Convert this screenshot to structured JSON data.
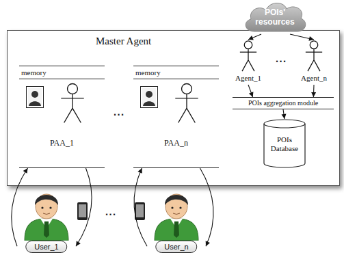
{
  "diagram": {
    "nodes": [
      {
        "text": [
          "POIs' resources"
        ]
      },
      {
        "text": [
          "Master Agent"
        ]
      },
      {
        "text": [
          "memory",
          "PAA_1"
        ],
        "in": 1
      },
      {
        "text": [
          "memory",
          "PAA_n"
        ],
        "in": 1
      },
      {
        "text": [
          "Agent_1"
        ],
        "in": 1
      },
      {
        "text": [
          "Agent_n"
        ],
        "in": 1
      },
      {
        "text": [
          "POIs aggregation module"
        ],
        "in": 1
      },
      {
        "text": [
          "POIs Database"
        ],
        "in": 1
      },
      {
        "text": [
          "User_1"
        ]
      },
      {
        "text": [
          "User_n"
        ]
      }
    ],
    "edges": [
      {
        "from": 0,
        "to": 4,
        "arrow": "to"
      },
      {
        "from": 0,
        "to": 5,
        "arrow": "to"
      },
      {
        "from": 4,
        "to": 6,
        "arrow": "to"
      },
      {
        "from": 5,
        "to": 6,
        "arrow": "to"
      },
      {
        "from": 6,
        "to": 7,
        "arrow": "to"
      },
      {
        "from": 8,
        "to": 2,
        "arrow": "to"
      },
      {
        "from": 2,
        "to": 8,
        "arrow": "to"
      },
      {
        "from": 9,
        "to": 3,
        "arrow": "to"
      },
      {
        "from": 3,
        "to": 9,
        "arrow": "to"
      }
    ],
    "labels": [
      "...",
      "...",
      "..."
    ]
  }
}
